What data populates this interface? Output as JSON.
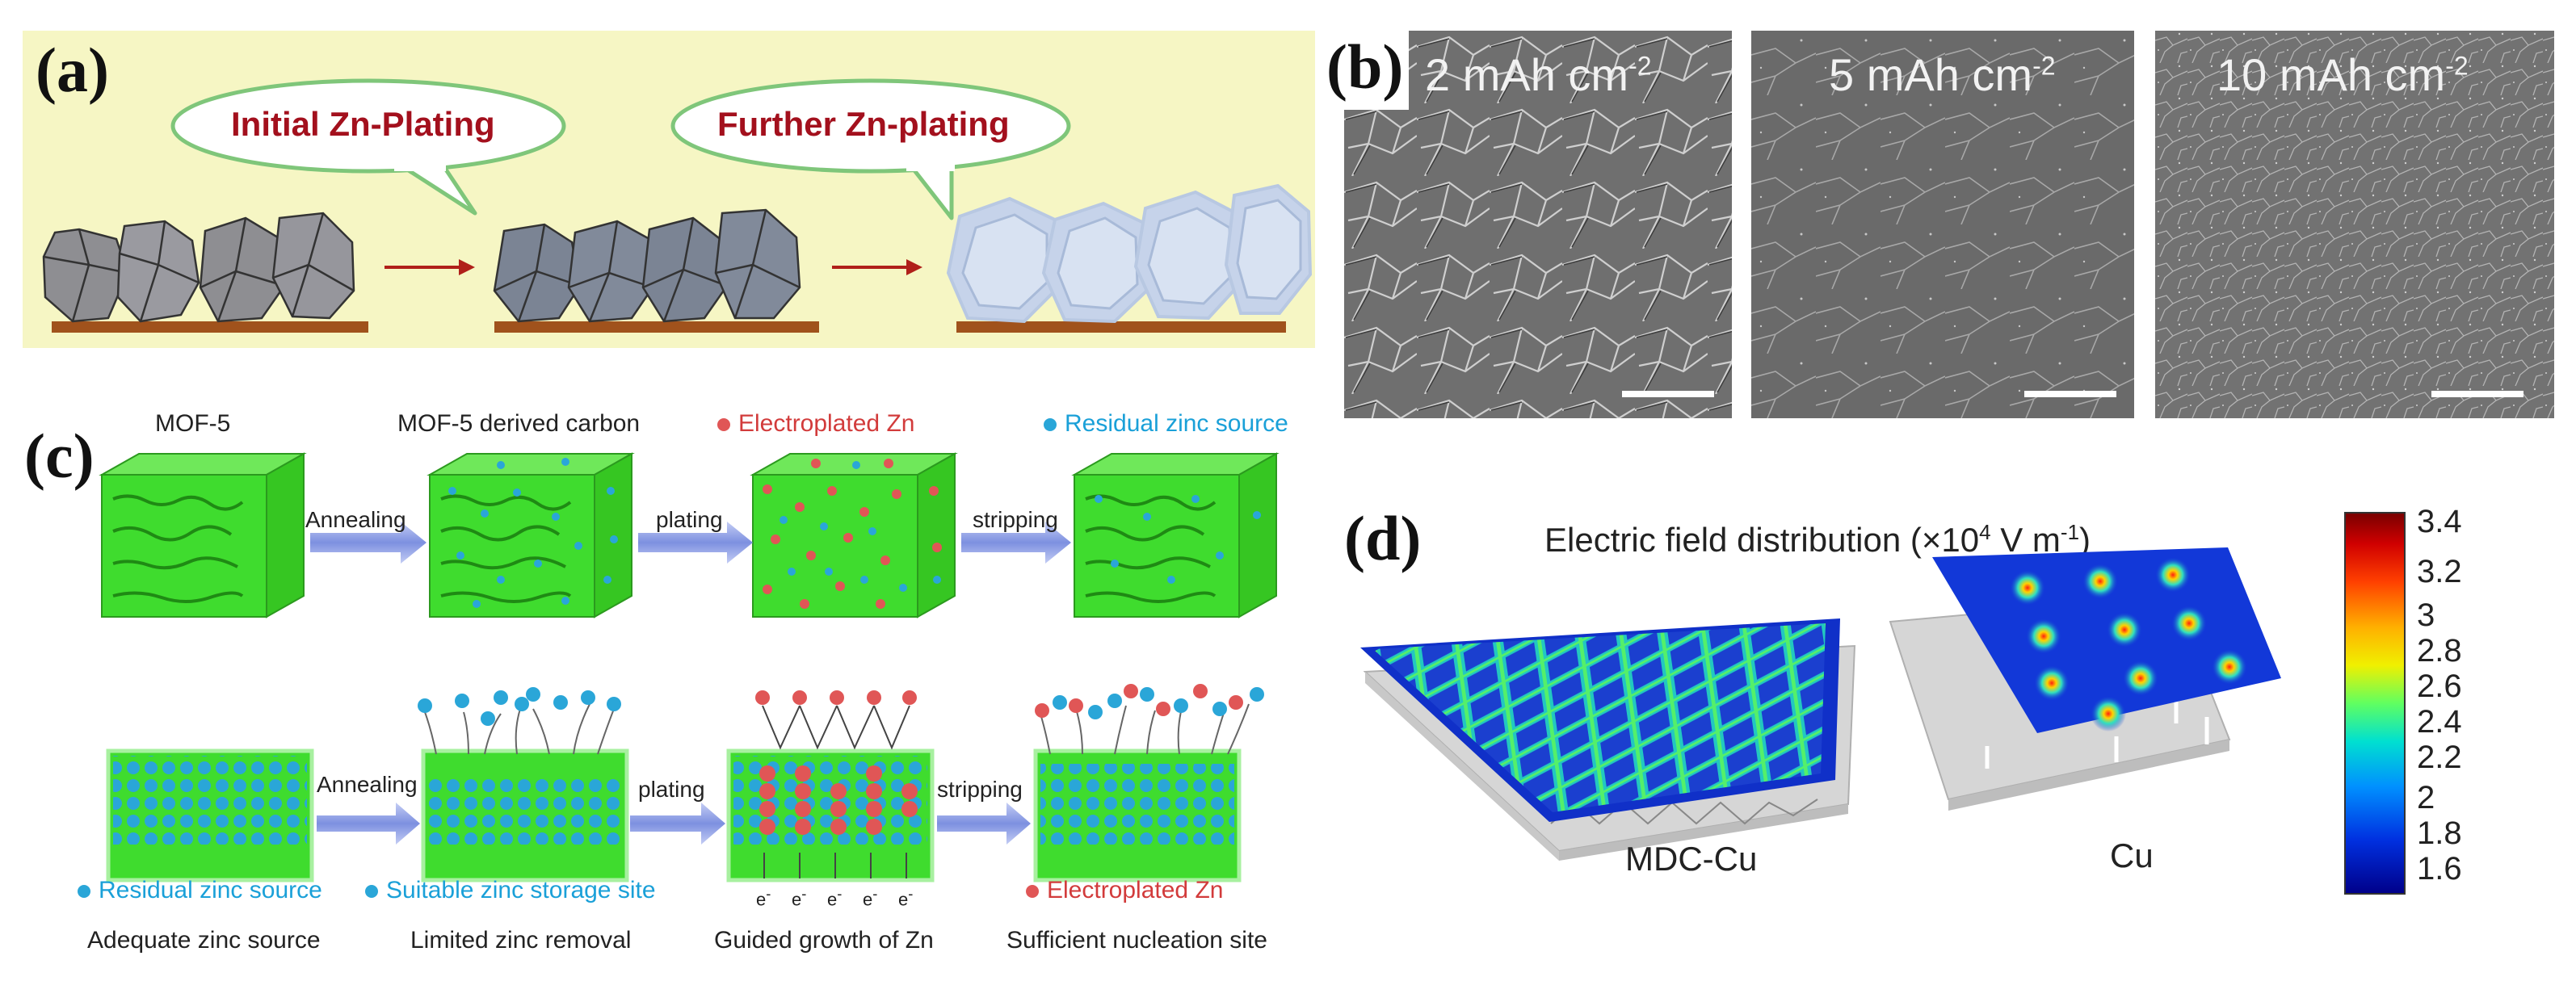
{
  "panel_a": {
    "letter": "(a)",
    "bubble_left": "Initial Zn-Plating",
    "bubble_right": "Further Zn-plating"
  },
  "panel_b": {
    "letter": "(b)",
    "images": [
      {
        "label": "2 mAh cm",
        "exp": "-2"
      },
      {
        "label": "5 mAh cm",
        "exp": "-2"
      },
      {
        "label": "10 mAh cm",
        "exp": "-2"
      }
    ]
  },
  "panel_c": {
    "letter": "(c)",
    "top_titles": [
      "MOF-5",
      "MOF-5 derived carbon",
      "Electroplated Zn",
      "Residual zinc source"
    ],
    "top_arrows": [
      "Annealing",
      "plating",
      "stripping"
    ],
    "bottom_arrows": [
      "Annealing",
      "plating",
      "stripping"
    ],
    "legend_left": "Residual zinc source",
    "legend_mid": "Suitable zinc storage site",
    "legend_right": "Electroplated Zn",
    "electron": "e",
    "captions": [
      "Adequate zinc source",
      "Limited zinc removal",
      "Guided growth of Zn",
      "Sufficient nucleation site"
    ]
  },
  "panel_d": {
    "letter": "(d)",
    "title_pre": "Electric field distribution (",
    "title_times": "×",
    "title_mid": "10",
    "title_exp": "4",
    "title_unit": " V m",
    "title_unit_exp": "-1",
    "title_post": ")",
    "label_left": "MDC-Cu",
    "label_right": "Cu",
    "colorbar_ticks": [
      "3.4",
      "3.2",
      "3",
      "2.8",
      "2.6",
      "2.4",
      "2.2",
      "2",
      "1.8",
      "1.6"
    ]
  },
  "colors": {
    "panel_a_bg": "#f6f6c4",
    "bubble_text": "#a3101d",
    "arrow_red": "#b0201a",
    "substrate": "#a0521c",
    "cube_green": "#3fdc2e",
    "zn_red": "#e05656",
    "zn_blue": "#2aa6d8",
    "legend_blue_text": "#1aa0d8",
    "legend_red_text": "#d23b3b",
    "field_blue": "#1030c8"
  }
}
